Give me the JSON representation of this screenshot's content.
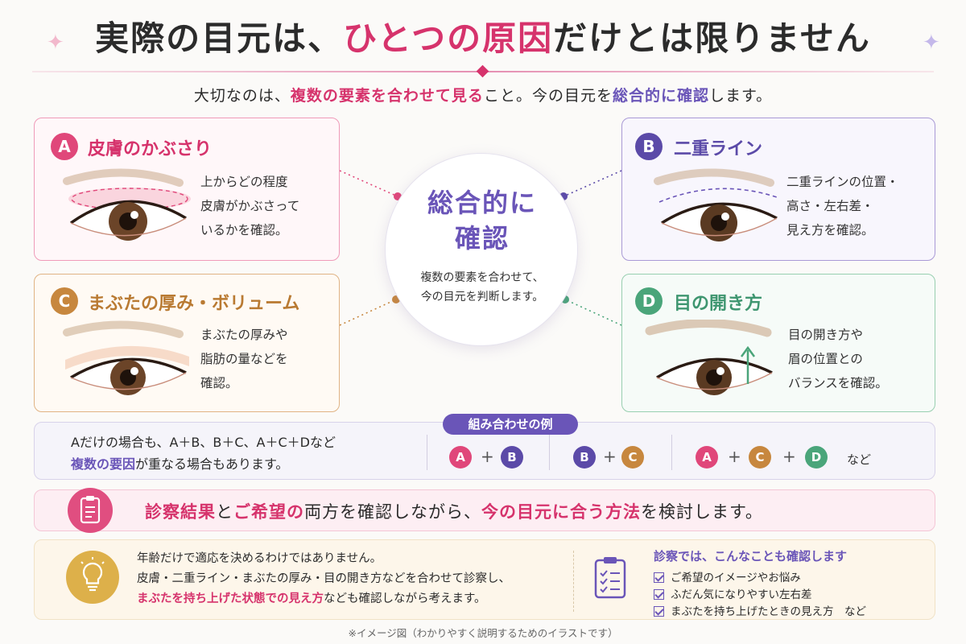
{
  "header": {
    "title_pre": "実際の目元は、",
    "title_highlight": "ひとつの原因",
    "title_post": "だけとは限りません",
    "subtitle_1": "大切なのは、",
    "subtitle_2": "複数の要素を合わせて見る",
    "subtitle_3": "こと。今の目元を",
    "subtitle_4": "総合的に確認",
    "subtitle_5": "します。"
  },
  "cards": {
    "a": {
      "letter": "A",
      "title": "皮膚のかぶさり",
      "lines": [
        "上からどの程度",
        "皮膚がかぶさって",
        "いるかを確認。"
      ]
    },
    "b": {
      "letter": "B",
      "title": "二重ライン",
      "lines": [
        "二重ラインの位置・",
        "高さ・左右差・",
        "見え方を確認。"
      ]
    },
    "c": {
      "letter": "C",
      "title": "まぶたの厚み・ボリューム",
      "lines": [
        "まぶたの厚みや",
        "脂肪の量などを",
        "確認。"
      ]
    },
    "d": {
      "letter": "D",
      "title": "目の開き方",
      "lines": [
        "目の開き方や",
        "眉の位置との",
        "バランスを確認。"
      ]
    }
  },
  "center": {
    "title_1": "総合的に",
    "title_2": "確認",
    "desc_1": "複数の要素を合わせて、",
    "desc_2": "今の目元を判断します。"
  },
  "combos": {
    "tag": "組み合わせの例",
    "text_1": "Aだけの場合も、A＋B、B＋C、A＋C＋Dなど",
    "text_2a": "複数の要因",
    "text_2b": "が重なる場合もあります。",
    "plus": "+",
    "nado": "など"
  },
  "banner": {
    "p1": "診察結果",
    "p2": "と",
    "p3": "ご希望の",
    "p4": "両方を確認しながら、",
    "p5": "今の目元に合う方法",
    "p6": "を検討します。"
  },
  "bottom": {
    "line_1": "年齢だけで適応を決めるわけではありません。",
    "line_2": "皮膚・二重ライン・まぶたの厚み・目の開き方などを合わせて診察し、",
    "line_3a": "まぶたを持ち上げた状態での見え方",
    "line_3b": "なども確認しながら考えます。",
    "check_title": "診察では、こんなことも確認します",
    "checks": [
      "ご希望のイメージやお悩み",
      "ふだん気になりやすい左右差",
      "まぶたを持ち上げたときの見え方　など"
    ]
  },
  "footnote": "※イメージ図（わかりやすく説明するためのイラストです）",
  "colors": {
    "a": "#e0477a",
    "b": "#5b4aa8",
    "c": "#c7873e",
    "d": "#4aa57a"
  }
}
